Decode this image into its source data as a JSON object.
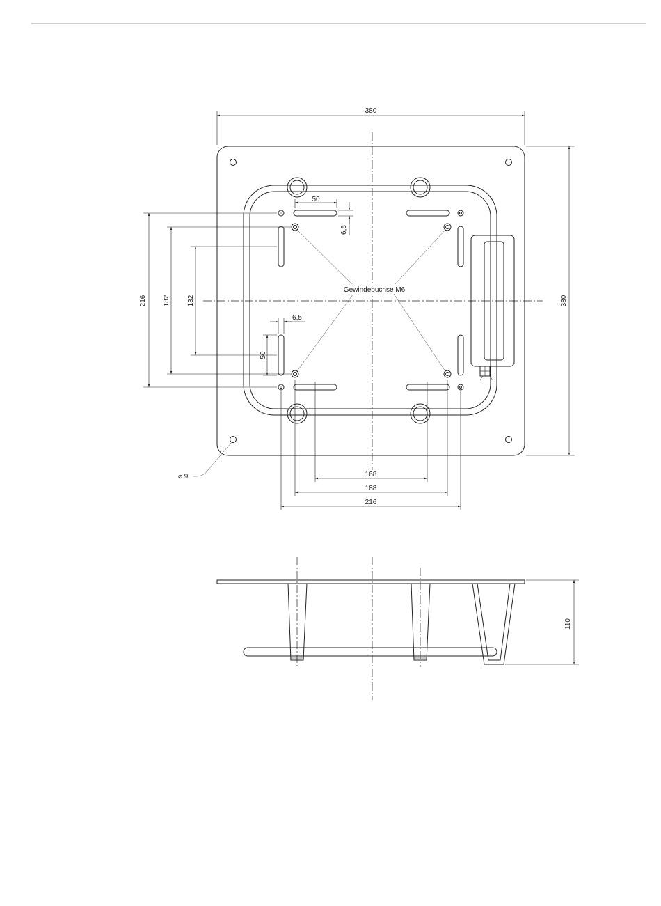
{
  "drawing": {
    "top_view": {
      "dimensions": {
        "plate_width": "380",
        "plate_height": "380",
        "outer_slot_height": "216",
        "inner_height": "182",
        "center_height": "132",
        "slot_length_top": "50",
        "slot_width_top": "6,5",
        "slot_width_left": "6,5",
        "slot_length_left": "50",
        "bottom_168": "168",
        "bottom_188": "188",
        "bottom_216": "216"
      },
      "thread_label": "Gewindebuchse M6",
      "hole_label": "⌀ 9"
    },
    "side_view": {
      "dimensions": {
        "height": "110"
      }
    }
  }
}
